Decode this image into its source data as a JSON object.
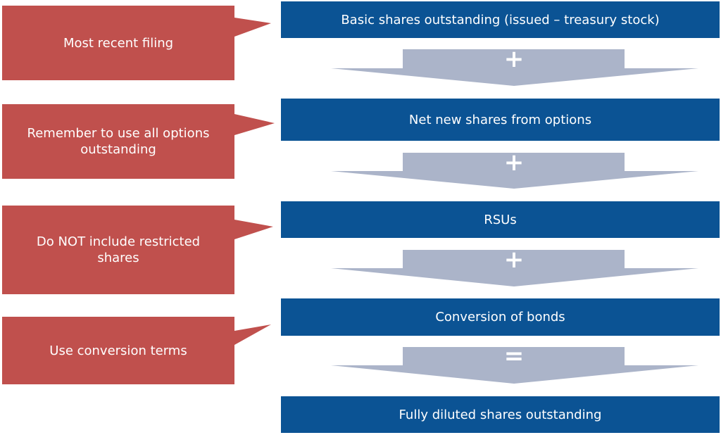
{
  "colors": {
    "callout": "#c0504d",
    "step": "#0b5394",
    "arrow": "#abb4c9",
    "text": "#ffffff"
  },
  "steps": [
    "Basic shares outstanding (issued – treasury stock)",
    "Net new shares from options",
    "RSUs",
    "Conversion of bonds",
    "Fully diluted shares outstanding"
  ],
  "operators": [
    "+",
    "+",
    "+",
    "="
  ],
  "callouts": [
    "Most recent filing",
    "Remember to use all options outstanding",
    "Do NOT include restricted shares",
    "Use conversion terms"
  ]
}
